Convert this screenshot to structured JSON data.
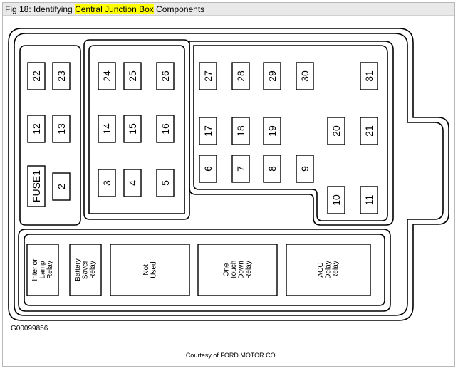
{
  "title": {
    "prefix": "Fig 18: Identifying ",
    "highlight": "Central Junction Box",
    "suffix": " Components"
  },
  "fuses": [
    {
      "id": "22",
      "label": "22"
    },
    {
      "id": "23",
      "label": "23"
    },
    {
      "id": "24",
      "label": "24"
    },
    {
      "id": "25",
      "label": "25"
    },
    {
      "id": "26",
      "label": "26"
    },
    {
      "id": "27",
      "label": "27"
    },
    {
      "id": "28",
      "label": "28"
    },
    {
      "id": "29",
      "label": "29"
    },
    {
      "id": "30",
      "label": "30"
    },
    {
      "id": "31",
      "label": "31"
    },
    {
      "id": "12",
      "label": "12"
    },
    {
      "id": "13",
      "label": "13"
    },
    {
      "id": "14",
      "label": "14"
    },
    {
      "id": "15",
      "label": "15"
    },
    {
      "id": "16",
      "label": "16"
    },
    {
      "id": "17",
      "label": "17"
    },
    {
      "id": "18",
      "label": "18"
    },
    {
      "id": "19",
      "label": "19"
    },
    {
      "id": "20",
      "label": "20"
    },
    {
      "id": "21",
      "label": "21"
    },
    {
      "id": "fuse1",
      "label": "FUSE1"
    },
    {
      "id": "2",
      "label": "2"
    },
    {
      "id": "3",
      "label": "3"
    },
    {
      "id": "4",
      "label": "4"
    },
    {
      "id": "5",
      "label": "5"
    },
    {
      "id": "6",
      "label": "6"
    },
    {
      "id": "7",
      "label": "7"
    },
    {
      "id": "8",
      "label": "8"
    },
    {
      "id": "9",
      "label": "9"
    },
    {
      "id": "10",
      "label": "10"
    },
    {
      "id": "11",
      "label": "11"
    }
  ],
  "relays": [
    {
      "id": "interior-lamp-relay",
      "lines": [
        "Interior",
        "Lamp",
        "Relay"
      ]
    },
    {
      "id": "battery-saver-relay",
      "lines": [
        "Battery",
        "Saver",
        "Relay"
      ]
    },
    {
      "id": "not-used",
      "lines": [
        "Not",
        "Used"
      ]
    },
    {
      "id": "one-touch-down-relay",
      "lines": [
        "One",
        "Touch",
        "Down",
        "Relay"
      ]
    },
    {
      "id": "acc-delay-relay",
      "lines": [
        "ACC",
        "Delay",
        "Relay"
      ]
    }
  ],
  "figure_code": "G00099856",
  "credit": "Courtesy of FORD MOTOR CO."
}
